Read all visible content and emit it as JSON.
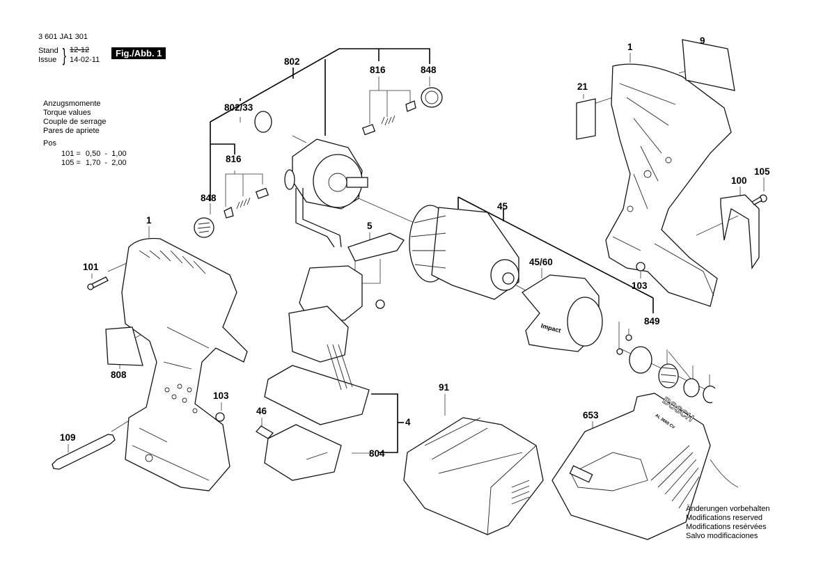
{
  "header": {
    "doc_number": "3 601 JA1 301",
    "stand_label": "Stand",
    "issue_label": "Issue",
    "old_date_struck": "12-12",
    "issue_date": "14-02-11",
    "figure_label": "Fig./Abb. 1"
  },
  "torque": {
    "lines": [
      "Anzugsmomente",
      "Torque values",
      "Couple de serrage",
      "Pares de apriete"
    ],
    "pos_label": "Pos",
    "values": [
      {
        "pos": "101 =",
        "range": "0,50  -  1,00"
      },
      {
        "pos": "105 =",
        "range": "1,70  -  2,00"
      }
    ]
  },
  "part_labels": {
    "p802": "802",
    "p802_33": "802/33",
    "p816_top": "816",
    "p848_top": "848",
    "p816_left": "816",
    "p848_left": "848",
    "p1_left": "1",
    "p101": "101",
    "p808": "808",
    "p103_left": "103",
    "p109": "109",
    "p5": "5",
    "p46": "46",
    "p4": "4",
    "p804": "804",
    "p45": "45",
    "p45_60": "45/60",
    "p849": "849",
    "p91": "91",
    "p653": "653",
    "p1_right": "1",
    "p9": "9",
    "p21": "21",
    "p100": "100",
    "p105": "105",
    "p103_right": "103"
  },
  "product_markings": {
    "brand": "BOSCH",
    "model": "AL 3660 CV",
    "gear_housing": "Impact"
  },
  "footer": {
    "lines": [
      "Änderungen vorbehalten",
      "Modifications reserved",
      "Modifications resérvées",
      "Salvo modificaciones"
    ]
  }
}
